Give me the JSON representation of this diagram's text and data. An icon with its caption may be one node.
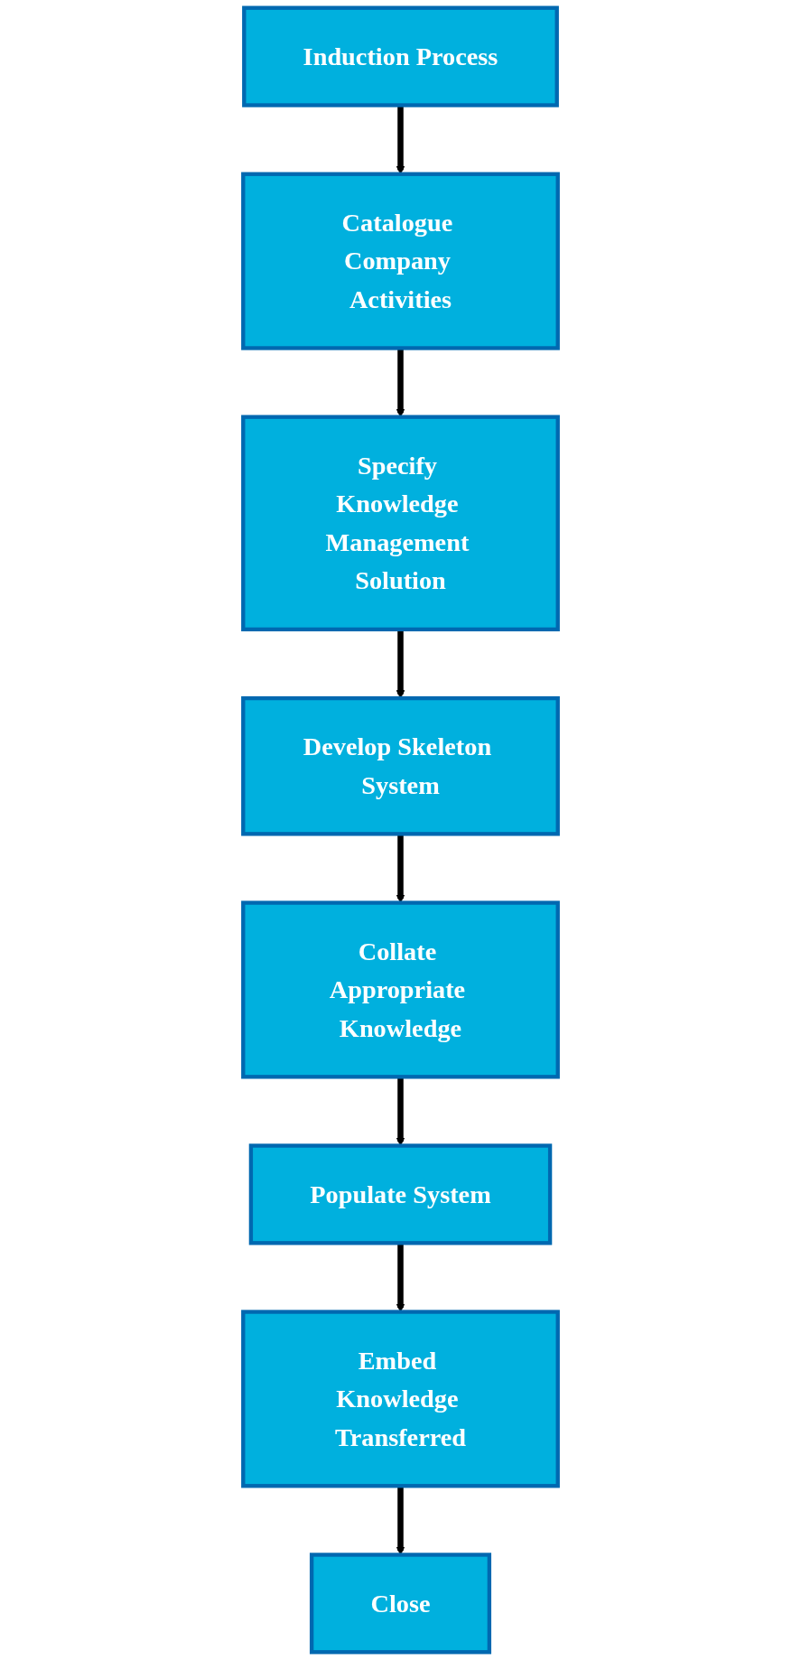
{
  "diagram": {
    "nodes": [
      {
        "text": [
          "Induction Process"
        ]
      },
      {
        "text": [
          "Catalogue Company Activities"
        ]
      },
      {
        "text": [
          "Specify Knowledge Management Solution"
        ]
      },
      {
        "text": [
          "Develop Skeleton System"
        ]
      },
      {
        "text": [
          "Collate Appropriate Knowledge"
        ]
      },
      {
        "text": [
          "Populate System"
        ]
      },
      {
        "text": [
          "Embed Knowledge Transferred"
        ]
      },
      {
        "text": [
          "Close"
        ]
      }
    ],
    "edges": [
      {
        "from": 0,
        "to": 1,
        "arrow": "to"
      },
      {
        "from": 1,
        "to": 2,
        "arrow": "to"
      },
      {
        "from": 2,
        "to": 3,
        "arrow": "to"
      },
      {
        "from": 3,
        "to": 4,
        "arrow": "to"
      },
      {
        "from": 4,
        "to": 5,
        "arrow": "to"
      },
      {
        "from": 5,
        "to": 6,
        "arrow": "to"
      },
      {
        "from": 6,
        "to": 7,
        "arrow": "to"
      }
    ]
  }
}
